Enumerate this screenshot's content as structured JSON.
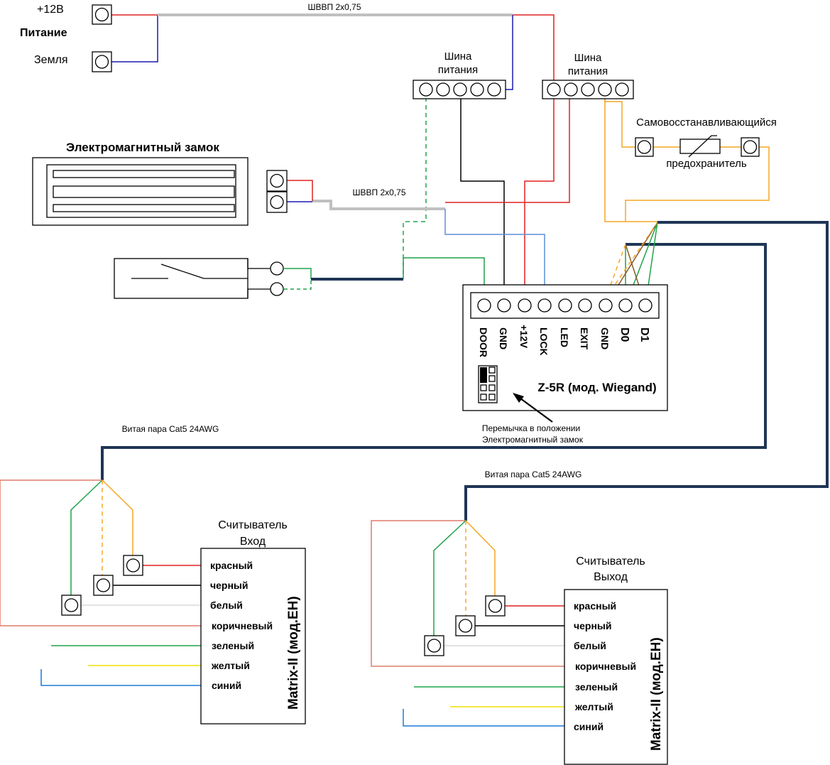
{
  "power": {
    "plus12_label": "+12В",
    "title": "Питание",
    "ground_label": "Земля",
    "cable_top": "ШВВП 2х0,75"
  },
  "busbars": [
    {
      "label_line1": "Шина",
      "label_line2": "питания"
    },
    {
      "label_line1": "Шина",
      "label_line2": "питания"
    }
  ],
  "fuse": {
    "label_line1": "Самовосстанавливающийся",
    "label_line2": "предохранитель"
  },
  "lock": {
    "title": "Электромагнитный замок",
    "cable": "ШВВП 2х0,75"
  },
  "controller": {
    "name": "Z-5R (мод. Wiegand)",
    "pins": [
      "DOOR",
      "GND",
      "+12V",
      "LOCK",
      "LED",
      "EXIT",
      "GND",
      "D0",
      "D1"
    ],
    "jumper_note_line1": "Перемычка в положении",
    "jumper_note_line2": "Электромагнитный замок"
  },
  "readers": [
    {
      "cable": "Витая пара Cat5 24AWG",
      "title_line1": "Считыватель",
      "title_line2": "Вход",
      "model": "Matrix-II (мод.EH)",
      "wires": [
        "красный",
        "черный",
        "белый",
        "коричневый",
        "зеленый",
        "желтый",
        "синий"
      ]
    },
    {
      "cable": "Витая пара Cat5 24AWG",
      "title_line1": "Считыватель",
      "title_line2": "Выход",
      "model": "Matrix-II (мод.EH)",
      "wires": [
        "красный",
        "черный",
        "белый",
        "коричневый",
        "зеленый",
        "желтый",
        "синий"
      ]
    }
  ],
  "colors": {
    "red": "#e02020",
    "blue": "#1a1ab0",
    "gray_cable": "#c0c0c0",
    "green": "#1fa34a",
    "orange": "#f5a623",
    "brown": "#8b5a2b",
    "navy": "#1f3556",
    "lightblue": "#5a8fd8",
    "salmon": "#e07a6a",
    "yellow": "#f0e000",
    "wire_blue": "#1a7ad8"
  }
}
